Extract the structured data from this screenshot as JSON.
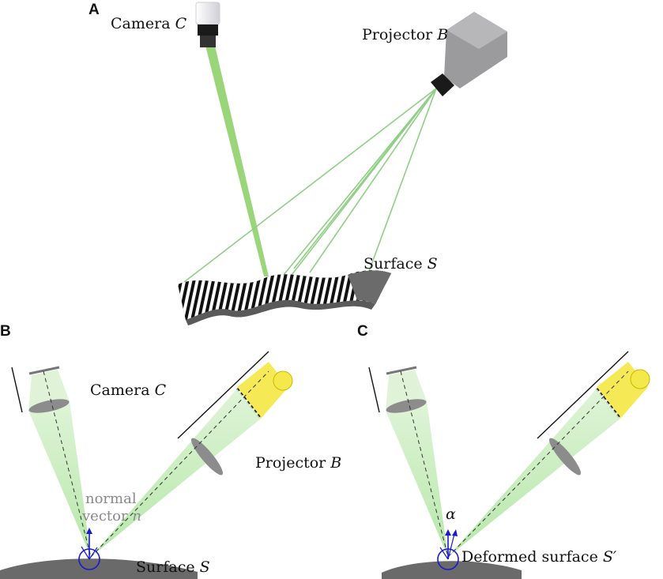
{
  "panels": {
    "a": {
      "letter": "A",
      "camera_label": "Camera",
      "camera_symbol": "C",
      "projector_label": "Projector",
      "projector_symbol": "B",
      "surface_label": "Surface",
      "surface_symbol": "S"
    },
    "b": {
      "letter": "B",
      "camera_label": "Camera",
      "camera_symbol": "C",
      "projector_label": "Projector",
      "projector_symbol": "B",
      "normal_line1": "normal",
      "normal_line2": "vector",
      "normal_symbol": "n",
      "surface_label": "Surface",
      "surface_symbol": "S"
    },
    "c": {
      "letter": "C",
      "angle_symbol": "α",
      "surface_label": "Deformed surface",
      "surface_symbol": "S′"
    }
  },
  "colors": {
    "beam_green": "#7ec850",
    "beam_fill": "#c9ecc0",
    "lamp_yellow": "#f5ea55",
    "vector_blue": "#1a1ad0",
    "surface_grey": "#6a6a6a",
    "projector_body": "#9a9a9c"
  }
}
